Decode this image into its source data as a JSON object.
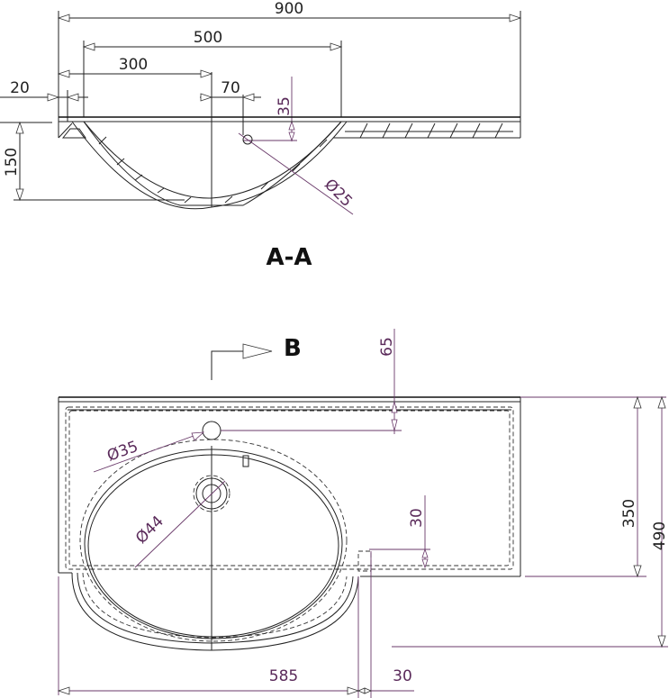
{
  "section_view": {
    "title": "A-A",
    "dimensions": {
      "overall_width": "900",
      "bowl_width": "500",
      "bowl_center": "300",
      "edge_offset": "20",
      "hole_offset": "70",
      "hole_depth": "35",
      "hole_diameter": "Ø25",
      "depth": "150"
    }
  },
  "plan_view": {
    "view_label": "B",
    "dimensions": {
      "hole_from_back": "65",
      "tap_hole_diameter": "Ø35",
      "drain_diameter": "Ø44",
      "notch_depth": "30",
      "depth_counter": "350",
      "depth_total": "490",
      "bowl_extent": "585",
      "notch_width": "30"
    }
  },
  "colors": {
    "line": "#222222",
    "dimension_purple": "#5a2a5a"
  }
}
